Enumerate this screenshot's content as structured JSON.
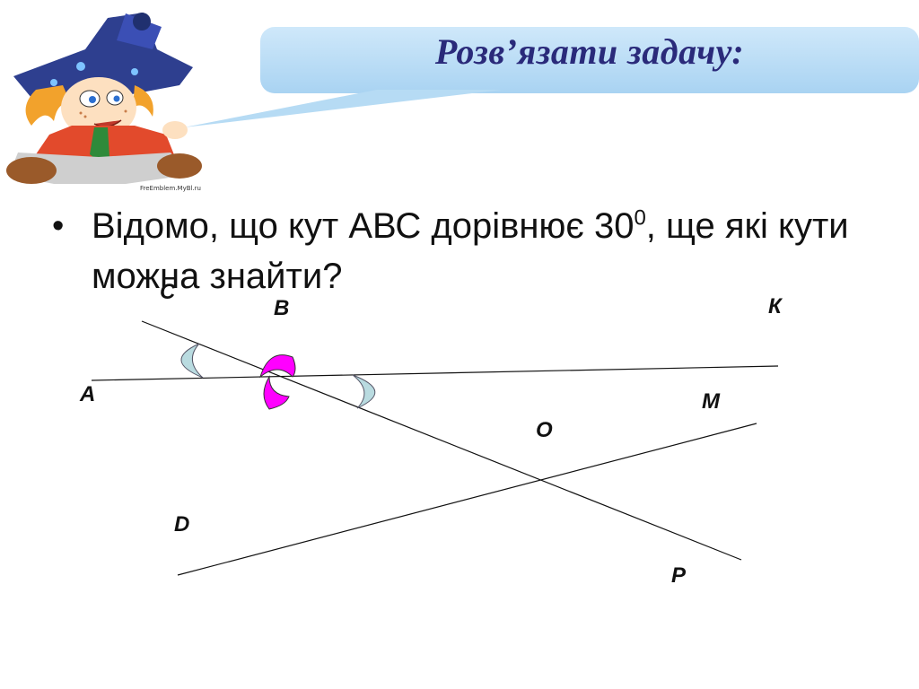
{
  "banner": {
    "title": "Розв’язати задачу:",
    "mascot_icon": "boy-with-hat-mascot",
    "mascot_caption": "FreEmblem.MyBl.ru"
  },
  "task": {
    "text_before": "Відомо, що кут АВС дорівнює 30",
    "superscript": "0",
    "text_after": ", ще які кути можна знайти?"
  },
  "figure": {
    "points": {
      "C": "С",
      "B": "В",
      "K": "К",
      "A": "А",
      "M": "М",
      "O": "О",
      "D": "D",
      "P": "Р"
    },
    "colors": {
      "banner_fill": "#bfe0f7",
      "title_color": "#2a2a7a",
      "given_angle_arc": "#ff00ff",
      "other_angle_arc": "#b9dbe0",
      "lines": "#111111"
    }
  }
}
